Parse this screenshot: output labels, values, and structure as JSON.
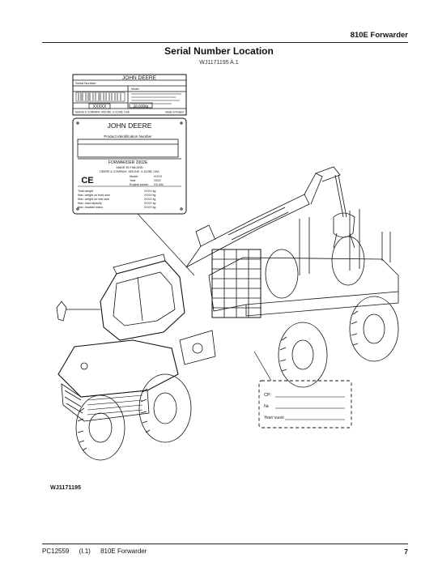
{
  "header": {
    "title": "810E Forwarder"
  },
  "page": {
    "title": "Serial Number Location",
    "figure_ref": "WJ1171195 A.1",
    "figure_code": "WJ1171195"
  },
  "plate_small": {
    "brand": "JOHN DEERE",
    "field_label": "Serial Number",
    "serial_box": "XXXXX",
    "weight_box": "28.000kg",
    "model_label": "Model",
    "footer_line": "DEERE & COMPANY, MOLINE, IL 61265, USA",
    "made_in": "Made in Finland"
  },
  "plate_large": {
    "brand": "JOHN DEERE",
    "pin_label": "Product Identification Number",
    "model_name": "FORWARDER 2002E",
    "maker_line1": "MADE IN FINLAND",
    "maker_line2": "DEERE & COMPANY, MOLINE, IL 61265, USA",
    "ce_mark": "CE",
    "spec_labels": [
      "Model",
      "Year",
      "Engine power"
    ],
    "spec_values": [
      "XXXX",
      "2003",
      "XX  kW"
    ],
    "weight_labels": [
      "Total weight",
      "Max. weight on front axle",
      "Max. weight on rear axle",
      "Max. load capacity",
      "Max. towable mass"
    ],
    "weight_values": [
      "XXXX  kg",
      "XXXX  kg",
      "XXXX  kg",
      "XXXX  kg",
      "XXXX  kg"
    ]
  },
  "decal": {
    "row_labels": [
      "CP:",
      "№",
      "Year/ vuosi"
    ]
  },
  "footer": {
    "doc_id": "PC12559",
    "revision": "(I.1)",
    "product": "810E Forwarder",
    "page_number": "7"
  }
}
